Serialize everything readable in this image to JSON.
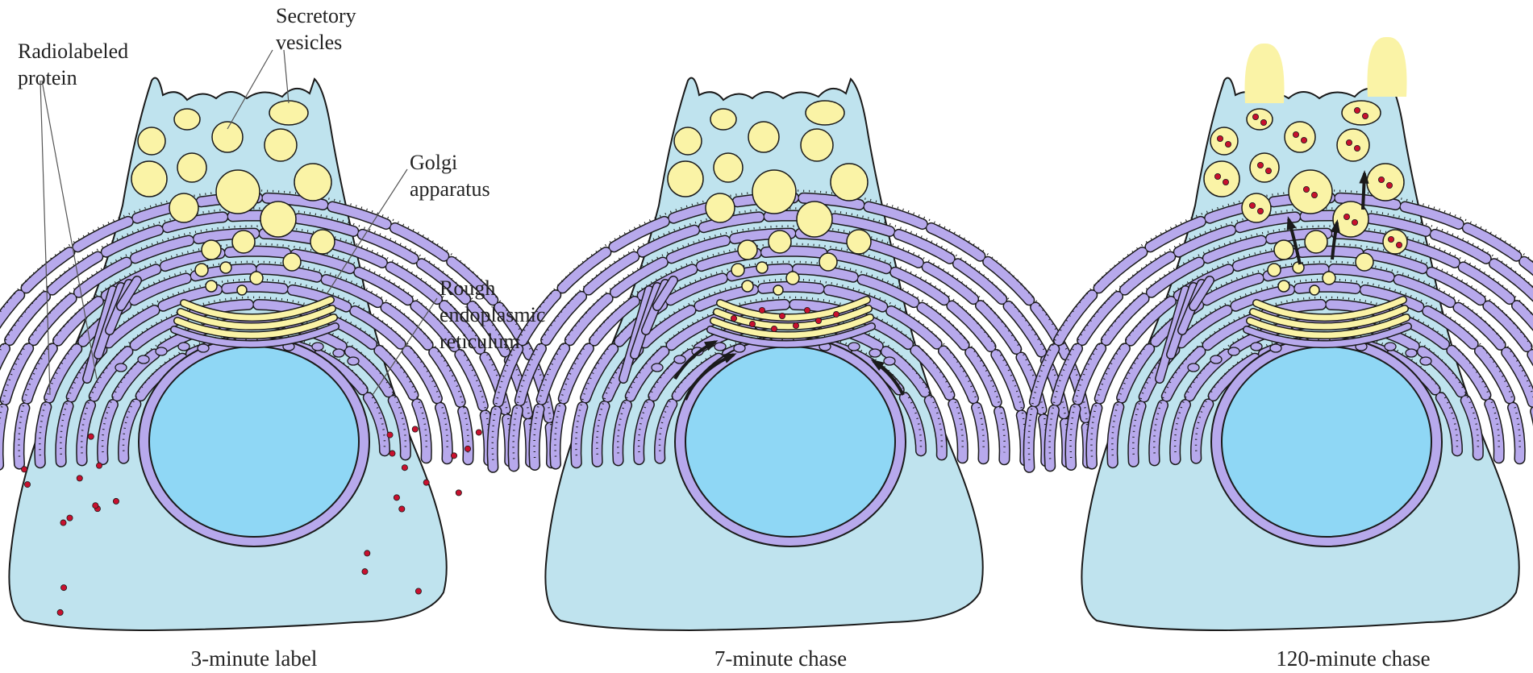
{
  "labels": {
    "radiolabeled_protein": [
      "Radiolabeled",
      "protein"
    ],
    "secretory_vesicles": [
      "Secretory",
      "vesicles"
    ],
    "golgi_apparatus": [
      "Golgi",
      "apparatus"
    ],
    "rough_er": [
      "Rough",
      "endoplasmic",
      "reticulum"
    ]
  },
  "panels": [
    {
      "caption": "3-minute label"
    },
    {
      "caption": "7-minute chase"
    },
    {
      "caption": "120-minute chase"
    }
  ],
  "colors": {
    "cytoplasm": "#bfe3ee",
    "nucleus": "#8fd7f5",
    "er": "#b7a9ec",
    "vesicle": "#faf3a6",
    "label_dot": "#c8102e",
    "outline": "#1a1a1a"
  }
}
